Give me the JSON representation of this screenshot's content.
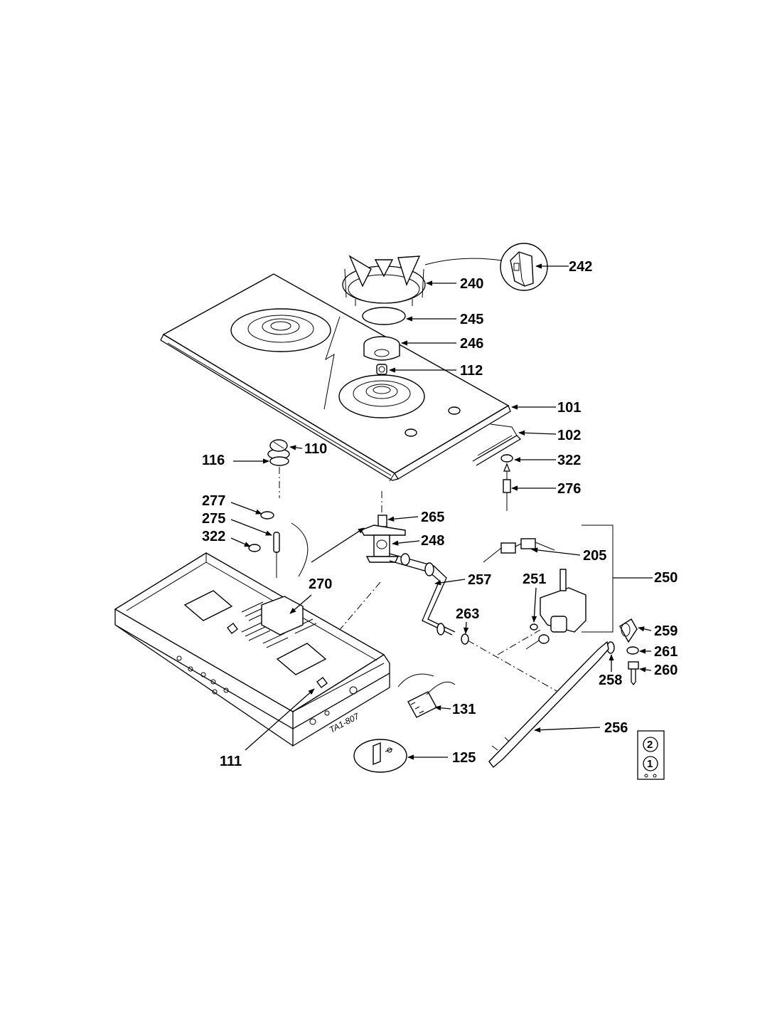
{
  "labels": {
    "p101": "101",
    "p102": "102",
    "p110": "110",
    "p111": "111",
    "p112": "112",
    "p116": "116",
    "p125": "125",
    "p131": "131",
    "p205": "205",
    "p240": "240",
    "p242": "242",
    "p245": "245",
    "p246": "246",
    "p248": "248",
    "p250": "250",
    "p251": "251",
    "p256": "256",
    "p257": "257",
    "p258": "258",
    "p259": "259",
    "p260": "260",
    "p261": "261",
    "p263": "263",
    "p265": "265",
    "p270": "270",
    "p275": "275",
    "p276": "276",
    "p277": "277",
    "p322a": "322",
    "p322b": "322"
  },
  "drawing_code": "TA1-807",
  "badges": {
    "top": "2",
    "bottom": "1"
  },
  "colors": {
    "ink": "#000000",
    "paper": "#ffffff"
  }
}
